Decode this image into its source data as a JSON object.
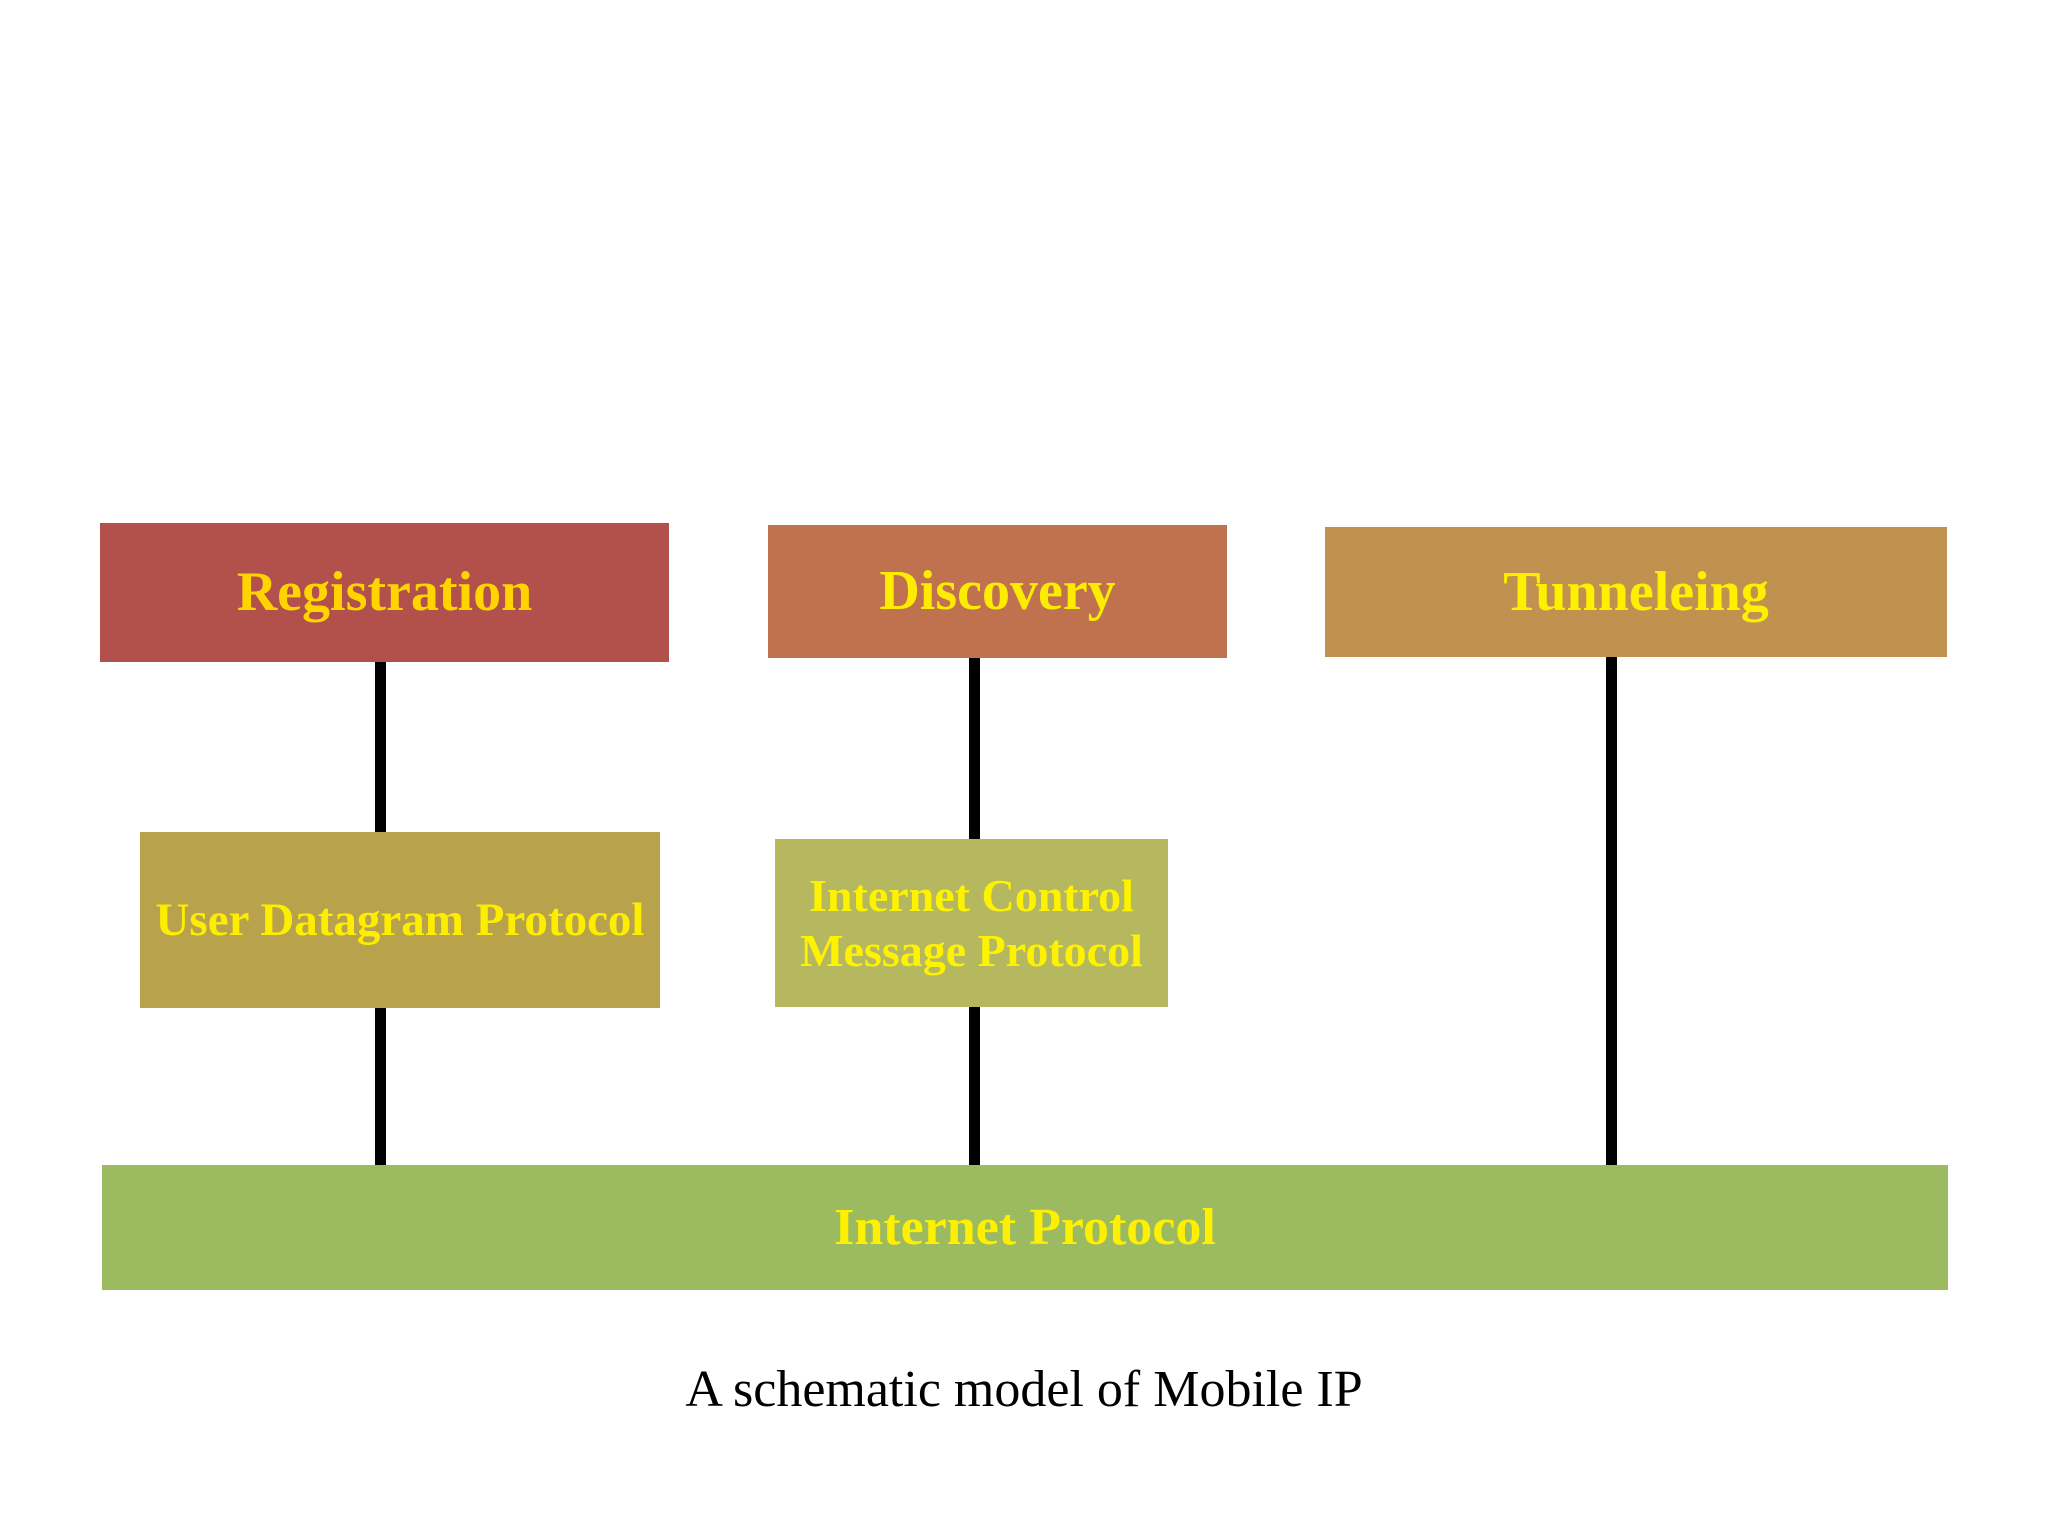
{
  "diagram": {
    "caption": "A schematic model of Mobile IP",
    "background_color": "#ffffff",
    "connector_color": "#000000",
    "nodes": {
      "registration": {
        "label": "Registration",
        "color": "#b2504c",
        "text_color": "#ffd400"
      },
      "discovery": {
        "label": "Discovery",
        "color": "#c0714d",
        "text_color": "#fdec00"
      },
      "tunneling": {
        "label": "Tunneleing",
        "color": "#c1924f",
        "text_color": "#fdf000"
      },
      "udp": {
        "label": "User Datagram Protocol",
        "color": "#b8a24c",
        "text_color": "#fdee00"
      },
      "icmp": {
        "label": "Internet Control Message Protocol",
        "color": "#b5b85e",
        "text_color": "#fdf200"
      },
      "ip": {
        "label": "Internet Protocol",
        "color": "#9cbb61",
        "text_color": "#fdf000"
      }
    },
    "connections": [
      {
        "from": "Registration",
        "to": "Internet Protocol",
        "via": "User Datagram Protocol"
      },
      {
        "from": "Discovery",
        "to": "Internet Protocol",
        "via": "Internet Control Message Protocol"
      },
      {
        "from": "Tunneleing",
        "to": "Internet Protocol",
        "via": null
      }
    ]
  }
}
